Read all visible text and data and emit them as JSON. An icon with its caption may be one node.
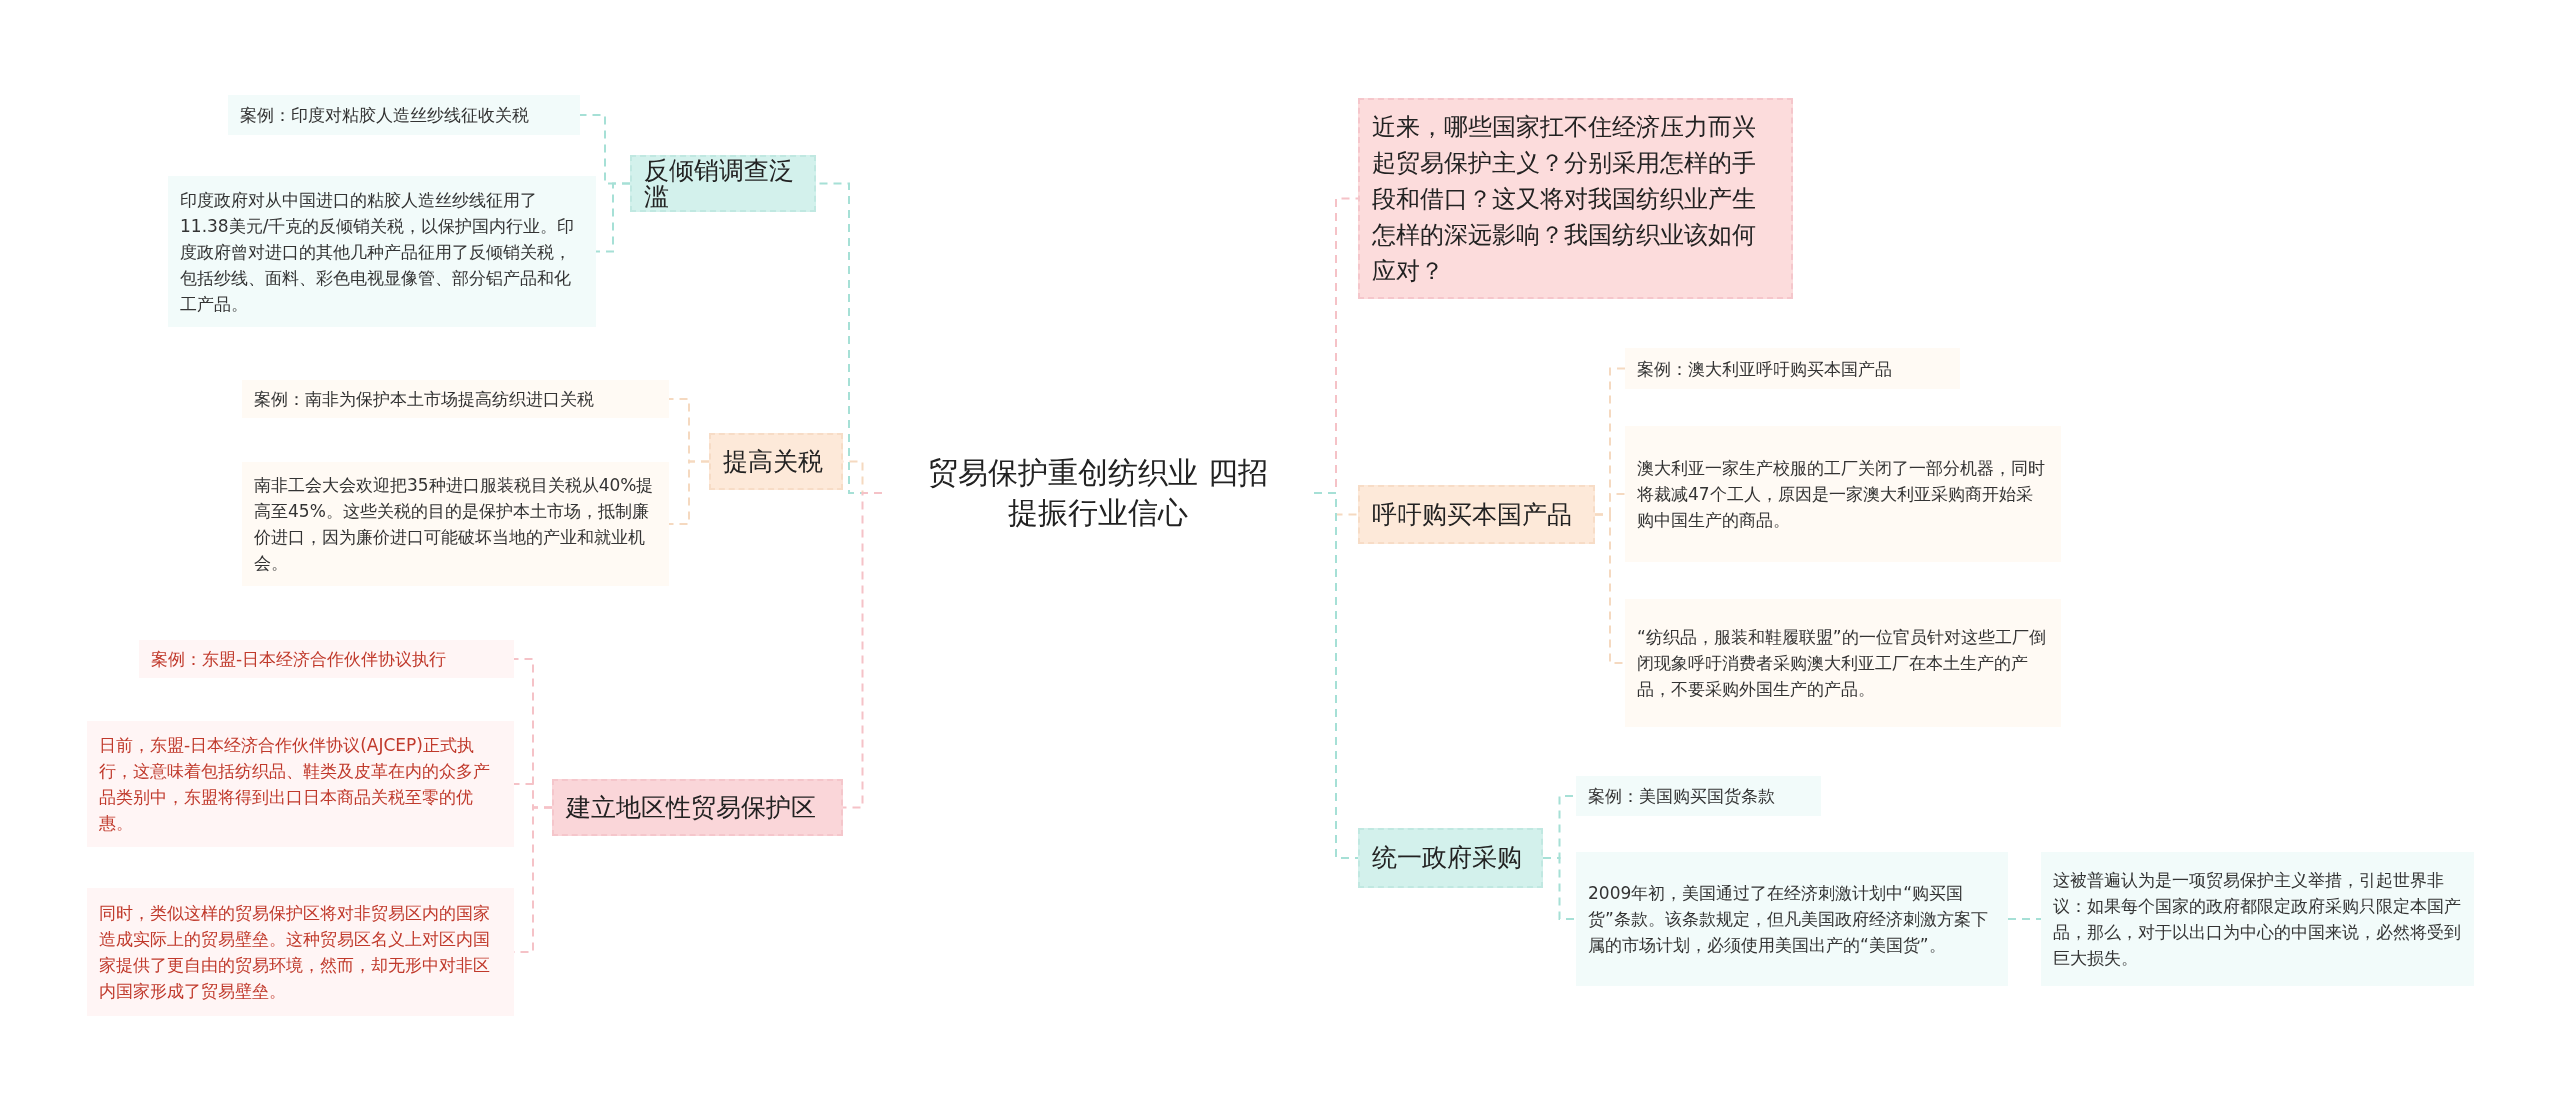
{
  "diagram": {
    "nodes": [
      {
        "text": [
          "贸易保护重创纺织业 四招提振行业信心"
        ]
      },
      {
        "text": [
          "反倾销调查泛滥"
        ]
      },
      {
        "text": [
          "案例：印度对粘胶人造丝纱线征收关税"
        ]
      },
      {
        "text": [
          "印度政府对从中国进口的粘胶人造丝纱线征用了11.38美元/千克的反倾销关税，以保护国内行业。印度政府曾对进口的其他几种产品征用了反倾销关税，包括纱线、面料、彩色电视显像管、部分铝产品和化工产品。"
        ]
      },
      {
        "text": [
          "提高关税"
        ]
      },
      {
        "text": [
          "案例：南非为保护本土市场提高纺织进口关税"
        ]
      },
      {
        "text": [
          "南非工会大会欢迎把35种进口服装税目关税从40%提高至45%。这些关税的目的是保护本土市场，抵制廉价进口，因为廉价进口可能破坏当地的产业和就业机会。"
        ]
      },
      {
        "text": [
          "建立地区性贸易保护区"
        ]
      },
      {
        "text": [
          "案例：东盟-日本经济合作伙伴协议执行"
        ]
      },
      {
        "text": [
          "日前，东盟-日本经济合作伙伴协议(AJCEP)正式执行，这意味着包括纺织品、鞋类及皮革在内的众多产品类别中，东盟将得到出口日本商品关税至零的优惠。"
        ]
      },
      {
        "text": [
          "同时，类似这样的贸易保护区将对非贸易区内的国家造成实际上的贸易壁垒。这种贸易区名义上对区内国家提供了更自由的贸易环境，然而，却无形中对非区内国家形成了贸易壁垒。"
        ]
      },
      {
        "text": [
          "近来，哪些国家扛不住经济压力而兴起贸易保护主义？分别采用怎样的手段和借口？这又将对我国纺织业产生怎样的深远影响？我国纺织业该如何应对？"
        ]
      },
      {
        "text": [
          "呼吁购买本国产品"
        ]
      },
      {
        "text": [
          "案例：澳大利亚呼吁购买本国产品"
        ]
      },
      {
        "text": [
          "澳大利亚一家生产校服的工厂关闭了一部分机器，同时将裁减47个工人，原因是一家澳大利亚采购商开始采购中国生产的商品。"
        ]
      },
      {
        "text": [
          "“纺织品，服装和鞋履联盟”的一位官员针对这些工厂倒闭现象呼吁消费者采购澳大利亚工厂在本土生产的产品，不要采购外国生产的产品。"
        ]
      },
      {
        "text": [
          "统一政府采购"
        ]
      },
      {
        "text": [
          "案例：美国购买国货条款"
        ]
      },
      {
        "text": [
          "2009年初，美国通过了在经济刺激计划中“购买国货”条款。该条款规定，但凡美国政府经济刺激方案下属的市场计划，必须使用美国出产的“美国货”。"
        ]
      },
      {
        "text": [
          "这被普遍认为是一项贸易保护主义举措，引起世界非议：如果每个国家的政府都限定政府采购只限定本国产品，那么，对于以出口为中心的中国来说，必然将受到巨大损失。"
        ]
      }
    ],
    "edges": [
      {
        "from": 0,
        "to": 1,
        "arrow": "none",
        "style": "dashed",
        "color": "#a6e0d6"
      },
      {
        "from": 1,
        "to": 2,
        "arrow": "none",
        "style": "dashed",
        "color": "#a6e0d6"
      },
      {
        "from": 1,
        "to": 3,
        "arrow": "none",
        "style": "dashed",
        "color": "#a6e0d6"
      },
      {
        "from": 0,
        "to": 4,
        "arrow": "none",
        "style": "dashed",
        "color": "#f5d9c0"
      },
      {
        "from": 4,
        "to": 5,
        "arrow": "none",
        "style": "dashed",
        "color": "#f5d9c0"
      },
      {
        "from": 4,
        "to": 6,
        "arrow": "none",
        "style": "dashed",
        "color": "#f5d9c0"
      },
      {
        "from": 0,
        "to": 7,
        "arrow": "none",
        "style": "dashed",
        "color": "#f5c2c7"
      },
      {
        "from": 7,
        "to": 8,
        "arrow": "none",
        "style": "dashed",
        "color": "#f5c2c7"
      },
      {
        "from": 7,
        "to": 9,
        "arrow": "none",
        "style": "dashed",
        "color": "#f5c2c7"
      },
      {
        "from": 7,
        "to": 10,
        "arrow": "none",
        "style": "dashed",
        "color": "#f5c2c7"
      },
      {
        "from": 0,
        "to": 11,
        "arrow": "none",
        "style": "dashed",
        "color": "#f5c2c7"
      },
      {
        "from": 0,
        "to": 12,
        "arrow": "none",
        "style": "dashed",
        "color": "#f5d9c0"
      },
      {
        "from": 12,
        "to": 13,
        "arrow": "none",
        "style": "dashed",
        "color": "#f5d9c0"
      },
      {
        "from": 12,
        "to": 14,
        "arrow": "none",
        "style": "dashed",
        "color": "#f5d9c0"
      },
      {
        "from": 12,
        "to": 15,
        "arrow": "none",
        "style": "dashed",
        "color": "#f5d9c0"
      },
      {
        "from": 0,
        "to": 16,
        "arrow": "none",
        "style": "dashed",
        "color": "#a6e0d6"
      },
      {
        "from": 16,
        "to": 17,
        "arrow": "none",
        "style": "dashed",
        "color": "#a6e0d6"
      },
      {
        "from": 16,
        "to": 18,
        "arrow": "none",
        "style": "dashed",
        "color": "#a6e0d6"
      },
      {
        "from": 18,
        "to": 19,
        "arrow": "none",
        "style": "dashed",
        "color": "#a6e0d6"
      }
    ]
  }
}
